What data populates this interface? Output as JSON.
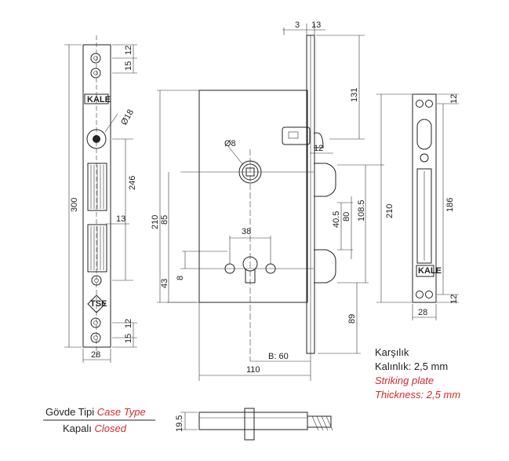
{
  "dims": {
    "faceplate_height": "300",
    "faceplate_width": "28",
    "hole_spacing_top": "15",
    "hole_edge_top": "12",
    "hole_spacing_bottom": "15",
    "hole_edge_bottom": "12",
    "knob_hole": "Ø18",
    "center_246": "246",
    "latch_width": "13",
    "top_3": "3",
    "top_13": "13",
    "height_131": "131",
    "spindle": "Ø8",
    "offset_12": "12",
    "body_210": "210",
    "height_85": "85",
    "height_40_5": "40.5",
    "height_80": "80",
    "height_108_5": "108.5",
    "keyhole_38": "38",
    "height_43": "43",
    "height_8": "8",
    "height_89": "89",
    "backset": "B: 60",
    "width_110": "110",
    "strike_210": "210",
    "strike_186": "186",
    "strike_12_top": "12",
    "strike_12_bottom": "12",
    "strike_width": "28",
    "case_19_5": "19.5"
  },
  "logo": "KALE",
  "tse": "TSE",
  "striking": {
    "tr_line1": "Karşılık",
    "tr_line2": "Kalınlık: 2,5 mm",
    "en_line1": "Striking plate",
    "en_line2": "Thickness: 2,5 mm"
  },
  "case": {
    "tr_type": "Gövde Tipi",
    "en_type": "Case Type",
    "tr_closed": "Kapalı",
    "en_closed": "Closed"
  }
}
